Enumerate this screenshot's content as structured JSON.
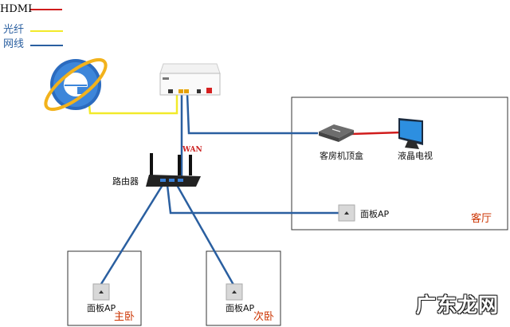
{
  "legend": [
    {
      "label": "HDMI",
      "color": "#d01c1c"
    },
    {
      "label": "光纤",
      "color": "#f2ea2a"
    },
    {
      "label": "网线",
      "color": "#2a5fa0"
    }
  ],
  "devices": {
    "router": "路由器",
    "stb": "客房机顶盒",
    "tv": "液晶电视",
    "ap_living": "面板AP",
    "ap_master": "面板AP",
    "ap_second": "面板AP"
  },
  "labels": {
    "wan": "WAN"
  },
  "rooms": {
    "living": "客厅",
    "master": "主卧",
    "second": "次卧"
  },
  "colors": {
    "room_label": "#cc3300",
    "panel_ap": "#d8d8d8"
  },
  "watermark": "广东龙网"
}
